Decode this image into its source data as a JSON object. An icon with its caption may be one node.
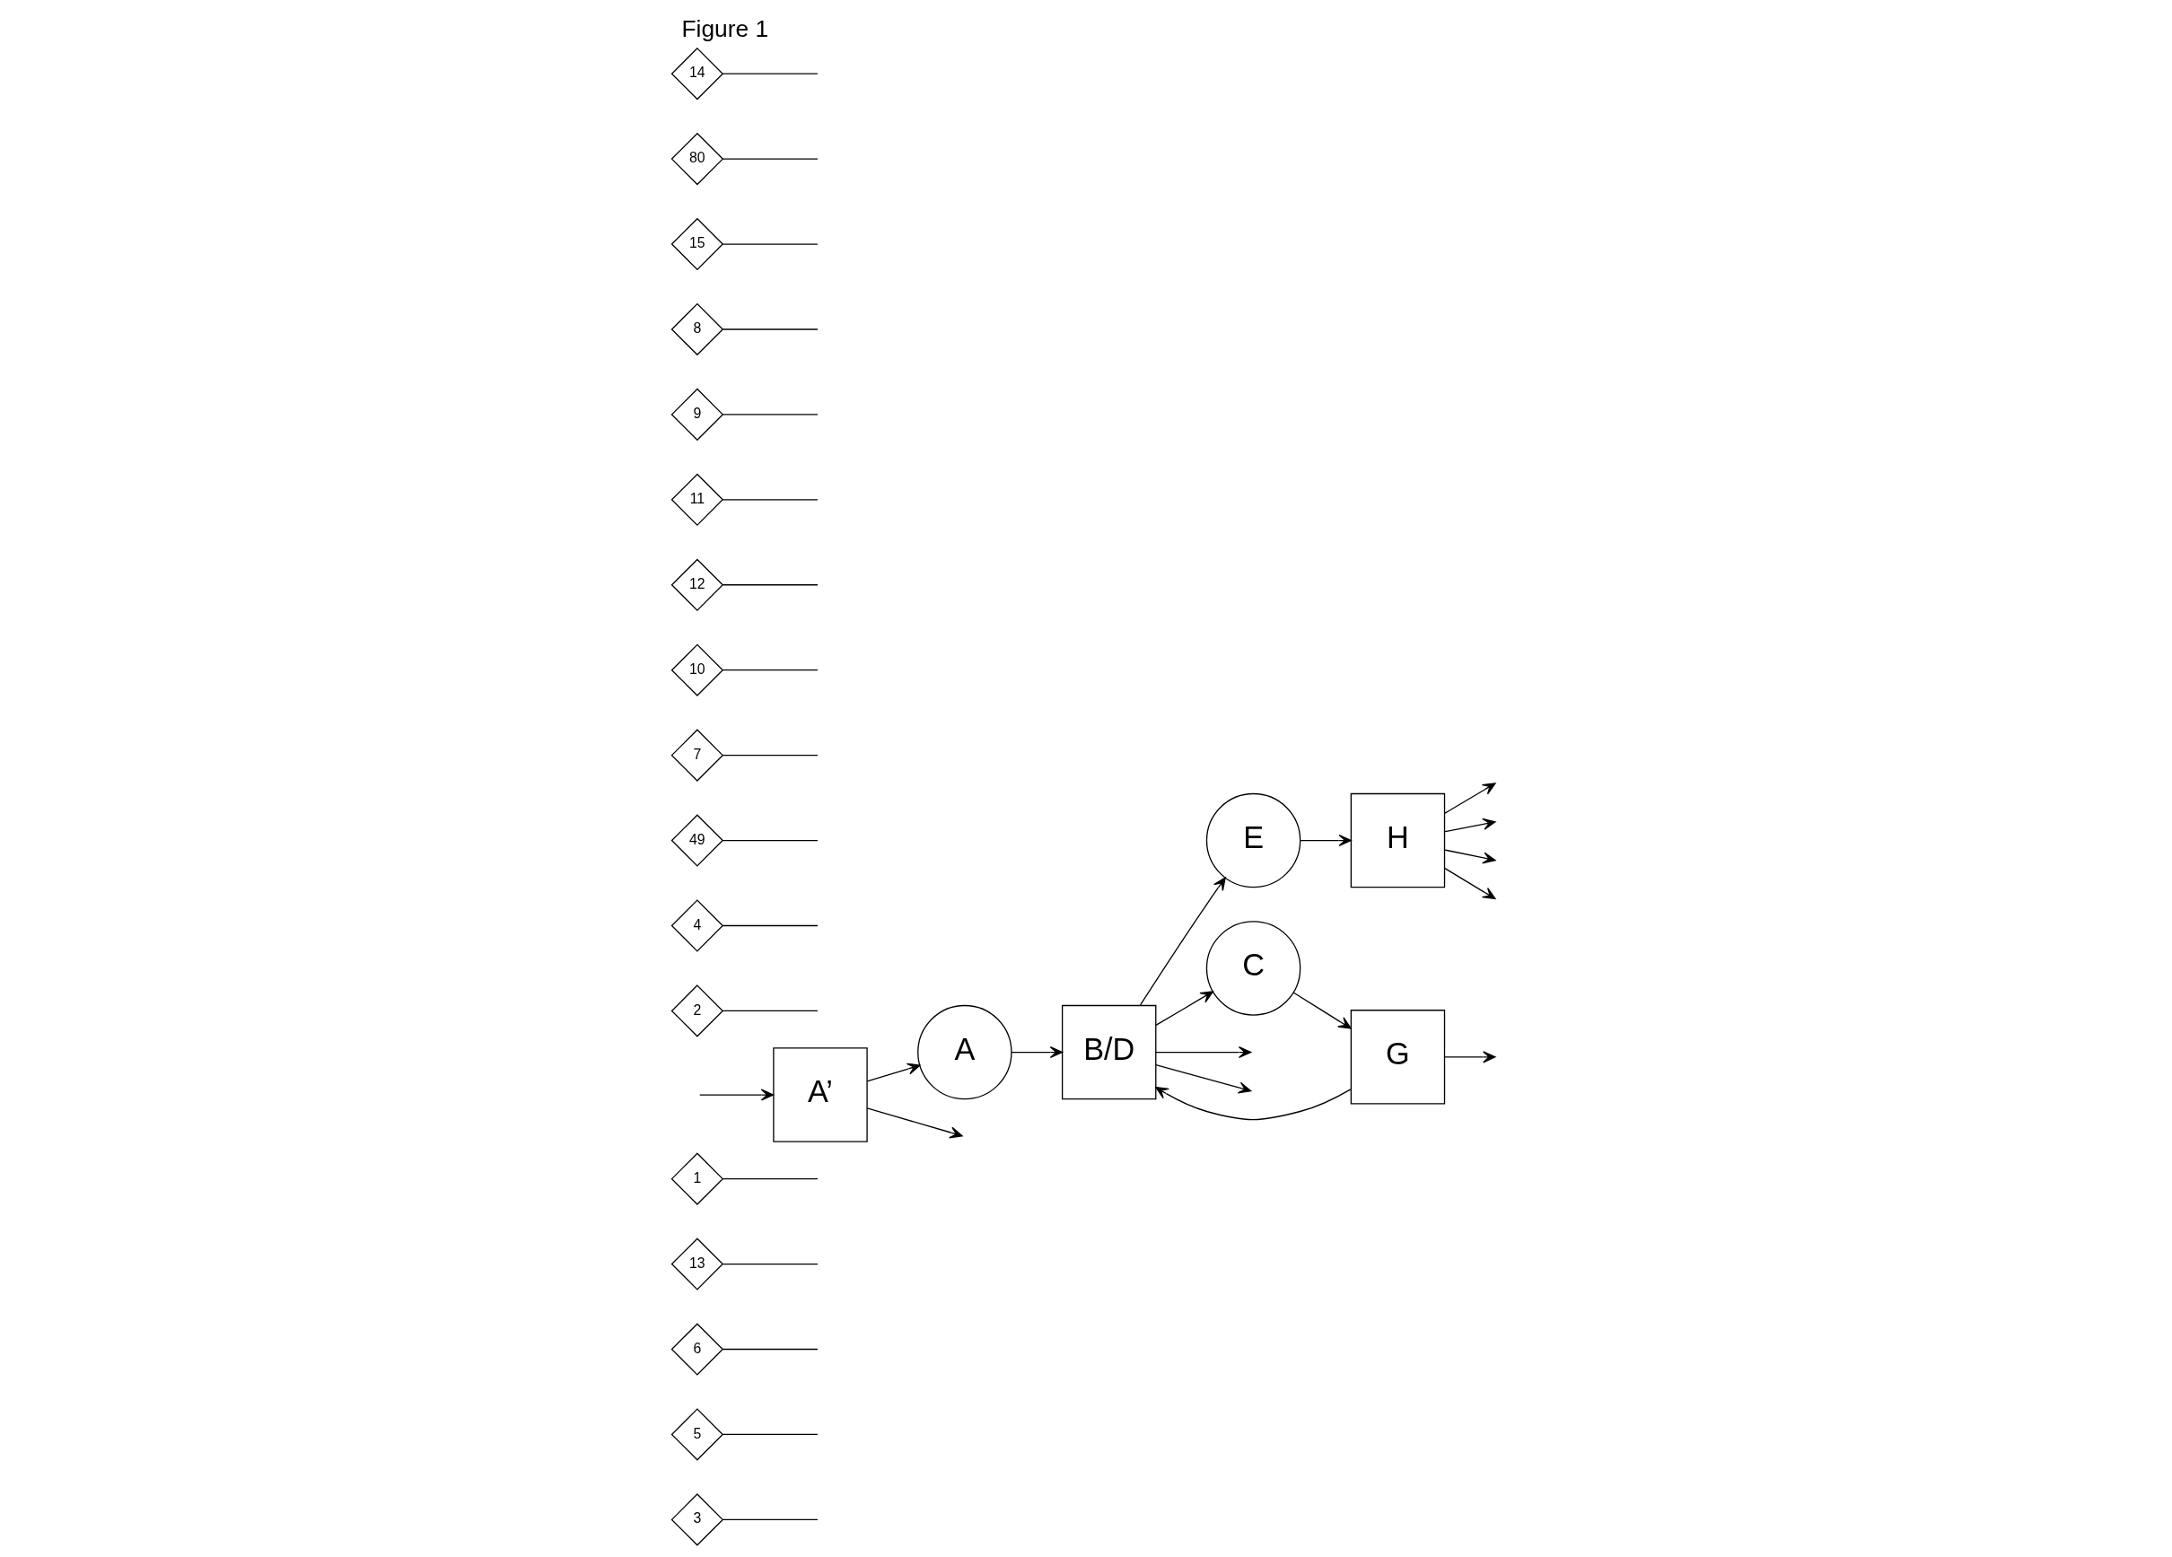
{
  "diagram": {
    "title": "Figure 1",
    "nodes": [
      {
        "text": [
          "3"
        ]
      },
      {
        "text": [
          "5"
        ]
      },
      {
        "text": [
          "6"
        ]
      },
      {
        "text": [
          "13"
        ]
      },
      {
        "text": [
          "1"
        ]
      },
      {
        "text": [
          "A’"
        ]
      },
      {
        "text": [
          "2"
        ]
      },
      {
        "text": [
          "4"
        ]
      },
      {
        "text": [
          "49"
        ]
      },
      {
        "text": [
          "A"
        ]
      },
      {
        "text": [
          "B/D"
        ]
      },
      {
        "text": [
          "7"
        ]
      },
      {
        "text": [
          "E"
        ]
      },
      {
        "text": [
          "10"
        ]
      },
      {
        "text": [
          "H"
        ]
      },
      {
        "text": [
          "12"
        ]
      },
      {
        "text": [
          "11"
        ]
      },
      {
        "text": [
          "9"
        ]
      },
      {
        "text": [
          "8"
        ]
      },
      {
        "text": [
          "15"
        ]
      },
      {
        "text": [
          "G"
        ]
      },
      {
        "text": [
          "C"
        ]
      },
      {
        "text": [
          "80"
        ]
      },
      {
        "text": [
          "14"
        ]
      }
    ],
    "edges": [
      {
        "from": 5,
        "to": null,
        "arrow": "to"
      },
      {
        "from": null,
        "to": 5,
        "arrow": "to"
      },
      {
        "from": 5,
        "to": 9,
        "arrow": "to"
      },
      {
        "from": 9,
        "to": 10,
        "arrow": "to"
      },
      {
        "from": 20,
        "to": 10,
        "arrow": "to"
      },
      {
        "from": 10,
        "to": null,
        "arrow": "to"
      },
      {
        "from": 10,
        "to": null,
        "arrow": "to"
      },
      {
        "from": 10,
        "to": 21,
        "arrow": "to"
      },
      {
        "from": 21,
        "to": 20,
        "arrow": "to"
      },
      {
        "from": 10,
        "to": 12,
        "arrow": "to"
      },
      {
        "from": 12,
        "to": 14,
        "arrow": "to"
      },
      {
        "from": 14,
        "to": null,
        "arrow": "to"
      },
      {
        "from": 14,
        "to": null,
        "arrow": "to"
      },
      {
        "from": 14,
        "to": null,
        "arrow": "to"
      },
      {
        "from": 14,
        "to": null,
        "arrow": "to"
      },
      {
        "from": 20,
        "to": null,
        "arrow": "to"
      },
      {
        "from": 0,
        "to": null,
        "arrow": "none"
      },
      {
        "from": 1,
        "to": null,
        "arrow": "none"
      },
      {
        "from": 2,
        "to": null,
        "arrow": "none"
      },
      {
        "from": 3,
        "to": null,
        "arrow": "none"
      },
      {
        "from": 4,
        "to": null,
        "arrow": "none"
      },
      {
        "from": 6,
        "to": null,
        "arrow": "none"
      },
      {
        "from": 7,
        "to": null,
        "arrow": "none"
      },
      {
        "from": 8,
        "to": null,
        "arrow": "none"
      },
      {
        "from": 11,
        "to": null,
        "arrow": "none"
      },
      {
        "from": 13,
        "to": null,
        "arrow": "none"
      },
      {
        "from": 15,
        "to": null,
        "arrow": "none"
      },
      {
        "from": 16,
        "to": null,
        "arrow": "none"
      },
      {
        "from": 17,
        "to": null,
        "arrow": "none"
      },
      {
        "from": 18,
        "to": null,
        "arrow": "none"
      },
      {
        "from": 19,
        "to": null,
        "arrow": "none"
      },
      {
        "from": 22,
        "to": null,
        "arrow": "none"
      },
      {
        "from": 23,
        "to": null,
        "arrow": "none"
      }
    ]
  }
}
